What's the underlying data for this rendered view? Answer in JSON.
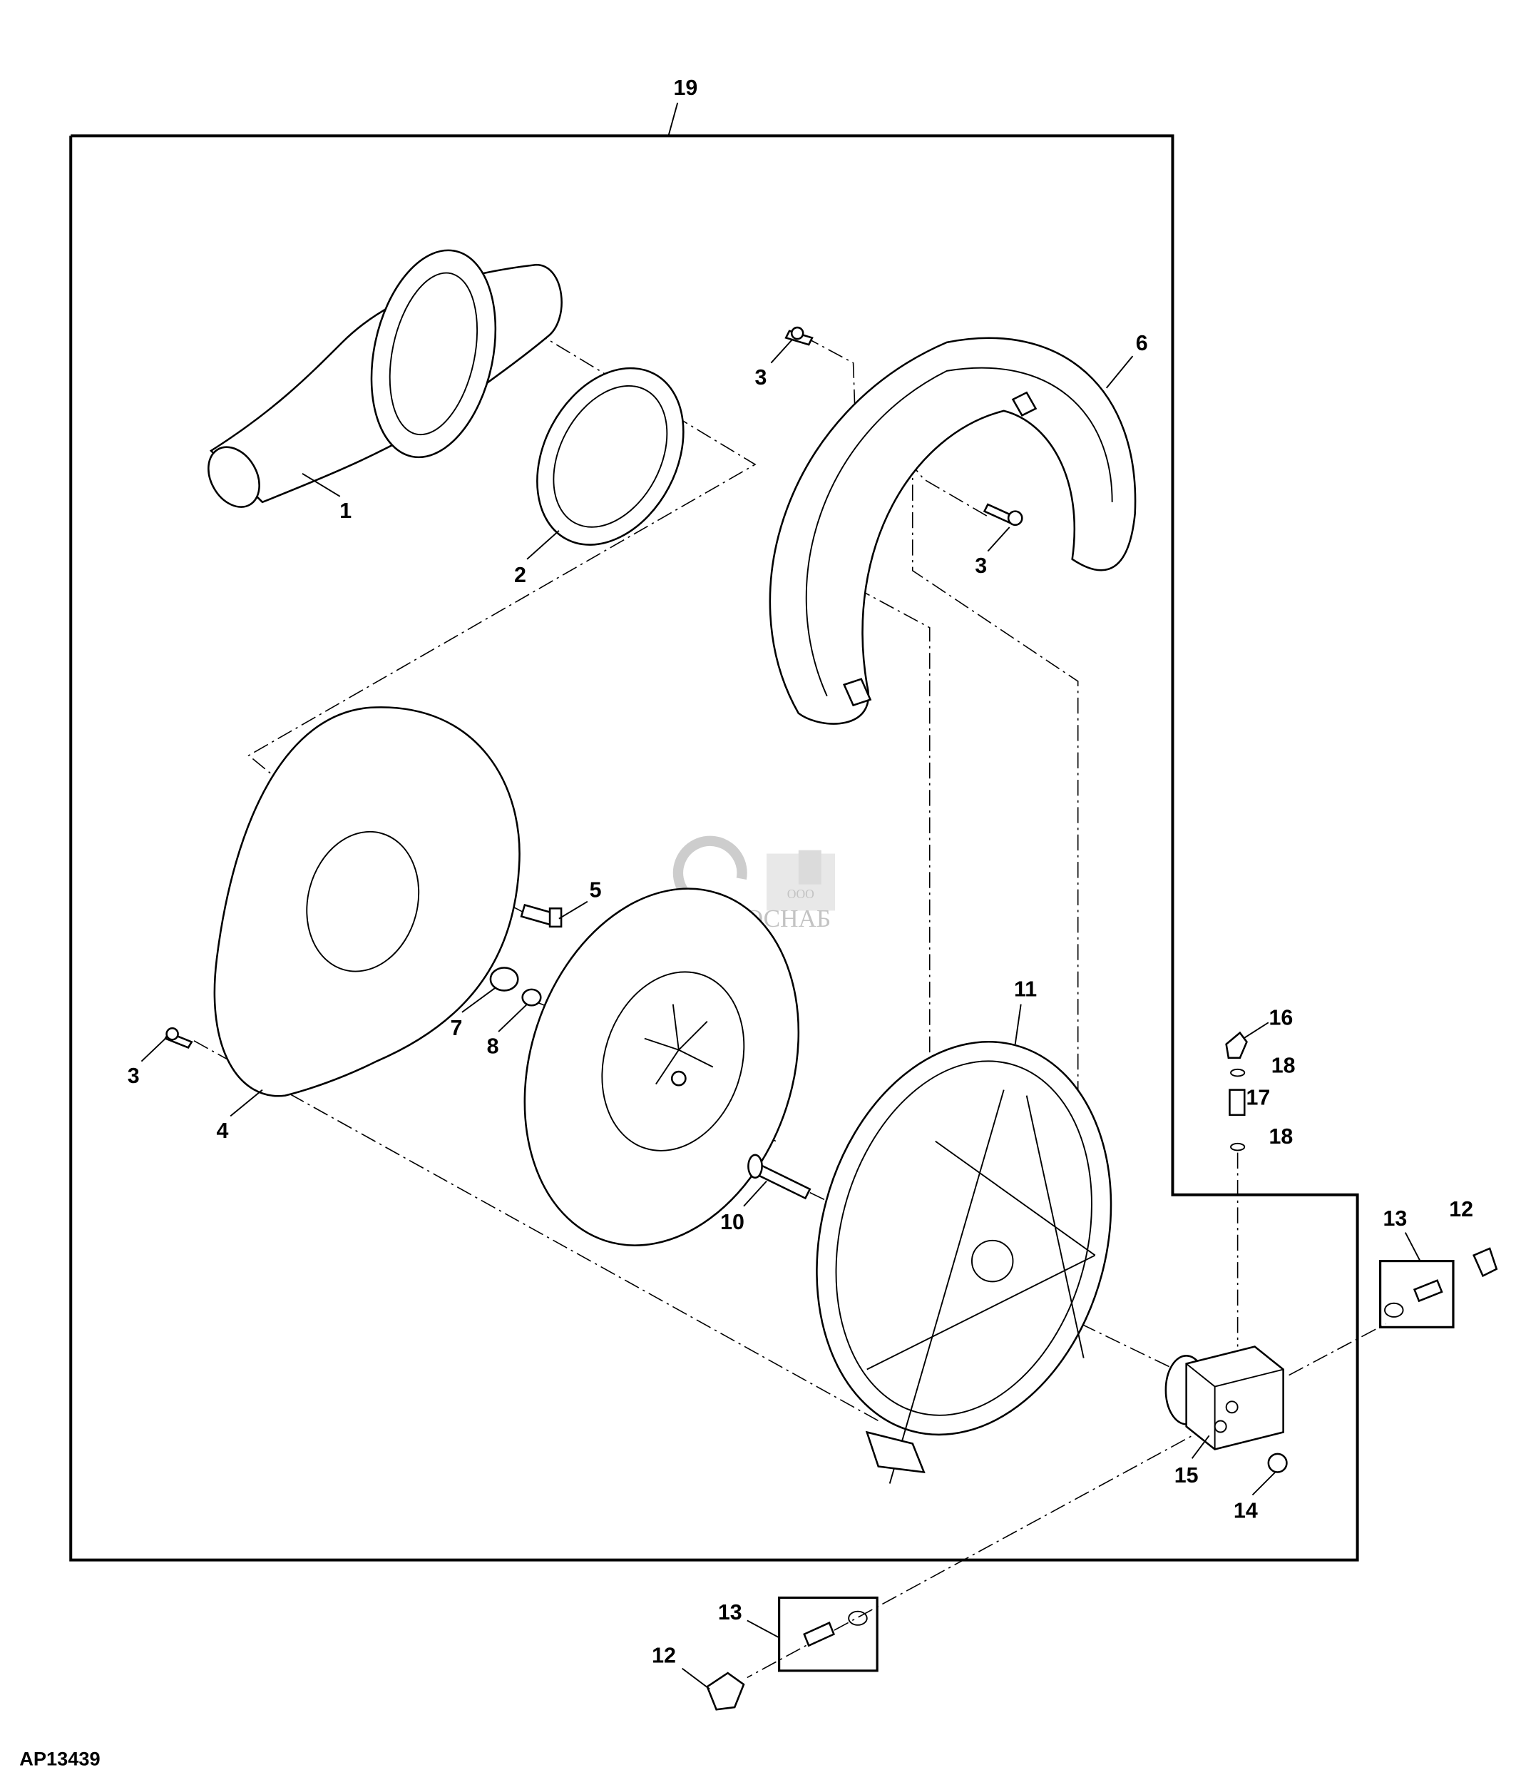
{
  "figure_id": "AP13439",
  "watermark": {
    "prefix": "ООО",
    "name": "АГРОСНАБ"
  },
  "callouts": [
    {
      "id": "c19",
      "label": "19"
    },
    {
      "id": "c1",
      "label": "1"
    },
    {
      "id": "c2",
      "label": "2"
    },
    {
      "id": "c3a",
      "label": "3"
    },
    {
      "id": "c6",
      "label": "6"
    },
    {
      "id": "c3b",
      "label": "3"
    },
    {
      "id": "c5",
      "label": "5"
    },
    {
      "id": "c7",
      "label": "7"
    },
    {
      "id": "c8",
      "label": "8"
    },
    {
      "id": "c3c",
      "label": "3"
    },
    {
      "id": "c4",
      "label": "4"
    },
    {
      "id": "c11",
      "label": "11"
    },
    {
      "id": "c10",
      "label": "10"
    },
    {
      "id": "c16",
      "label": "16"
    },
    {
      "id": "c18a",
      "label": "18"
    },
    {
      "id": "c17",
      "label": "17"
    },
    {
      "id": "c18b",
      "label": "18"
    },
    {
      "id": "c13a",
      "label": "13"
    },
    {
      "id": "c12a",
      "label": "12"
    },
    {
      "id": "c15",
      "label": "15"
    },
    {
      "id": "c14",
      "label": "14"
    },
    {
      "id": "c13b",
      "label": "13"
    },
    {
      "id": "c12b",
      "label": "12"
    }
  ]
}
